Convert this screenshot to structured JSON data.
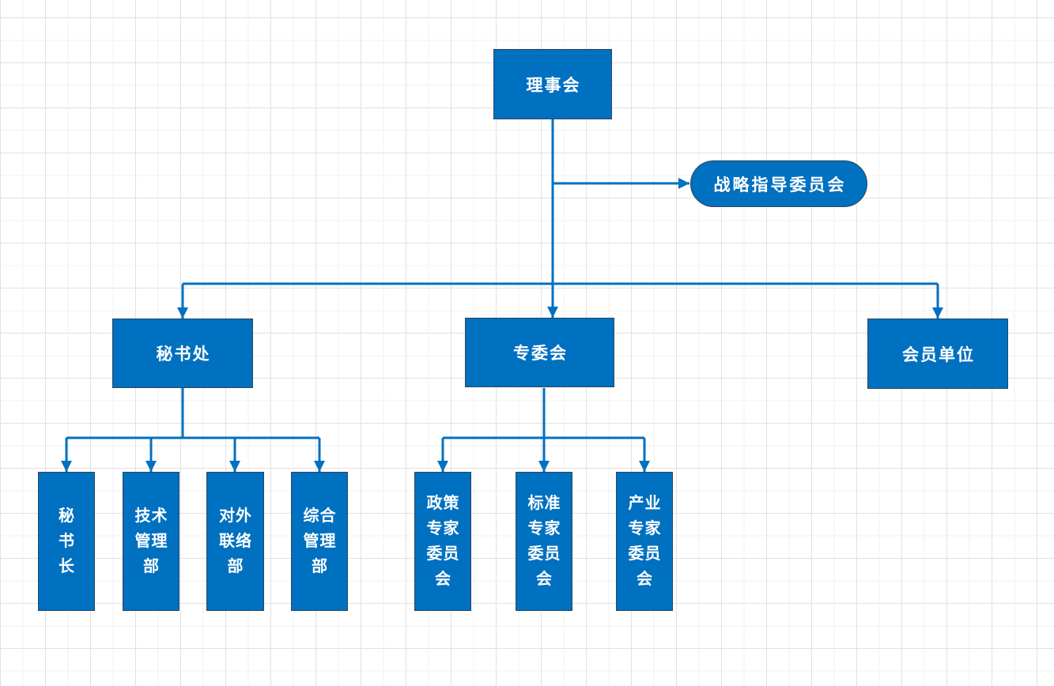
{
  "diagram": {
    "title": "organization-chart",
    "colors": {
      "node_fill": "#0070c0",
      "node_border": "#2c455c",
      "connector": "#0070c0",
      "node_text": "#ffffff",
      "grid_minor": "#f0f0f0",
      "grid_major": "#e1e1e1",
      "canvas_bg": "#ffffff"
    },
    "nodes": {
      "board": {
        "label": "理事会",
        "lines": [
          "理事会"
        ],
        "shape": "rect"
      },
      "strategy_committee": {
        "label": "战略指导委员会",
        "lines": [
          "战略指导委员会"
        ],
        "shape": "pill"
      },
      "secretariat": {
        "label": "秘书处",
        "lines": [
          "秘书处"
        ],
        "shape": "rect"
      },
      "special_committee": {
        "label": "专委会",
        "lines": [
          "专委会"
        ],
        "shape": "rect"
      },
      "member_units": {
        "label": "会员单位",
        "lines": [
          "会员单位"
        ],
        "shape": "rect"
      },
      "secretariat_children": [
        {
          "label": "秘书长",
          "lines": [
            "秘",
            "书",
            "长"
          ],
          "shape": "rect"
        },
        {
          "label": "技术管理部",
          "lines": [
            "技术",
            "管理",
            "部"
          ],
          "shape": "rect"
        },
        {
          "label": "对外联络部",
          "lines": [
            "对外",
            "联络",
            "部"
          ],
          "shape": "rect"
        },
        {
          "label": "综合管理部",
          "lines": [
            "综合",
            "管理",
            "部"
          ],
          "shape": "rect"
        }
      ],
      "special_committee_children": [
        {
          "label": "政策专家委员会",
          "lines": [
            "政策",
            "专家",
            "委员",
            "会"
          ],
          "shape": "rect"
        },
        {
          "label": "标准专家委员会",
          "lines": [
            "标准",
            "专家",
            "委员",
            "会"
          ],
          "shape": "rect"
        },
        {
          "label": "产业专家委员会",
          "lines": [
            "产业",
            "专家",
            "委员",
            "会"
          ],
          "shape": "rect"
        }
      ]
    },
    "hierarchy": {
      "理事会": [
        "战略指导委员会",
        "秘书处",
        "专委会",
        "会员单位"
      ],
      "秘书处": [
        "秘书长",
        "技术管理部",
        "对外联络部",
        "综合管理部"
      ],
      "专委会": [
        "政策专家委员会",
        "标准专家委员会",
        "产业专家委员会"
      ]
    }
  }
}
